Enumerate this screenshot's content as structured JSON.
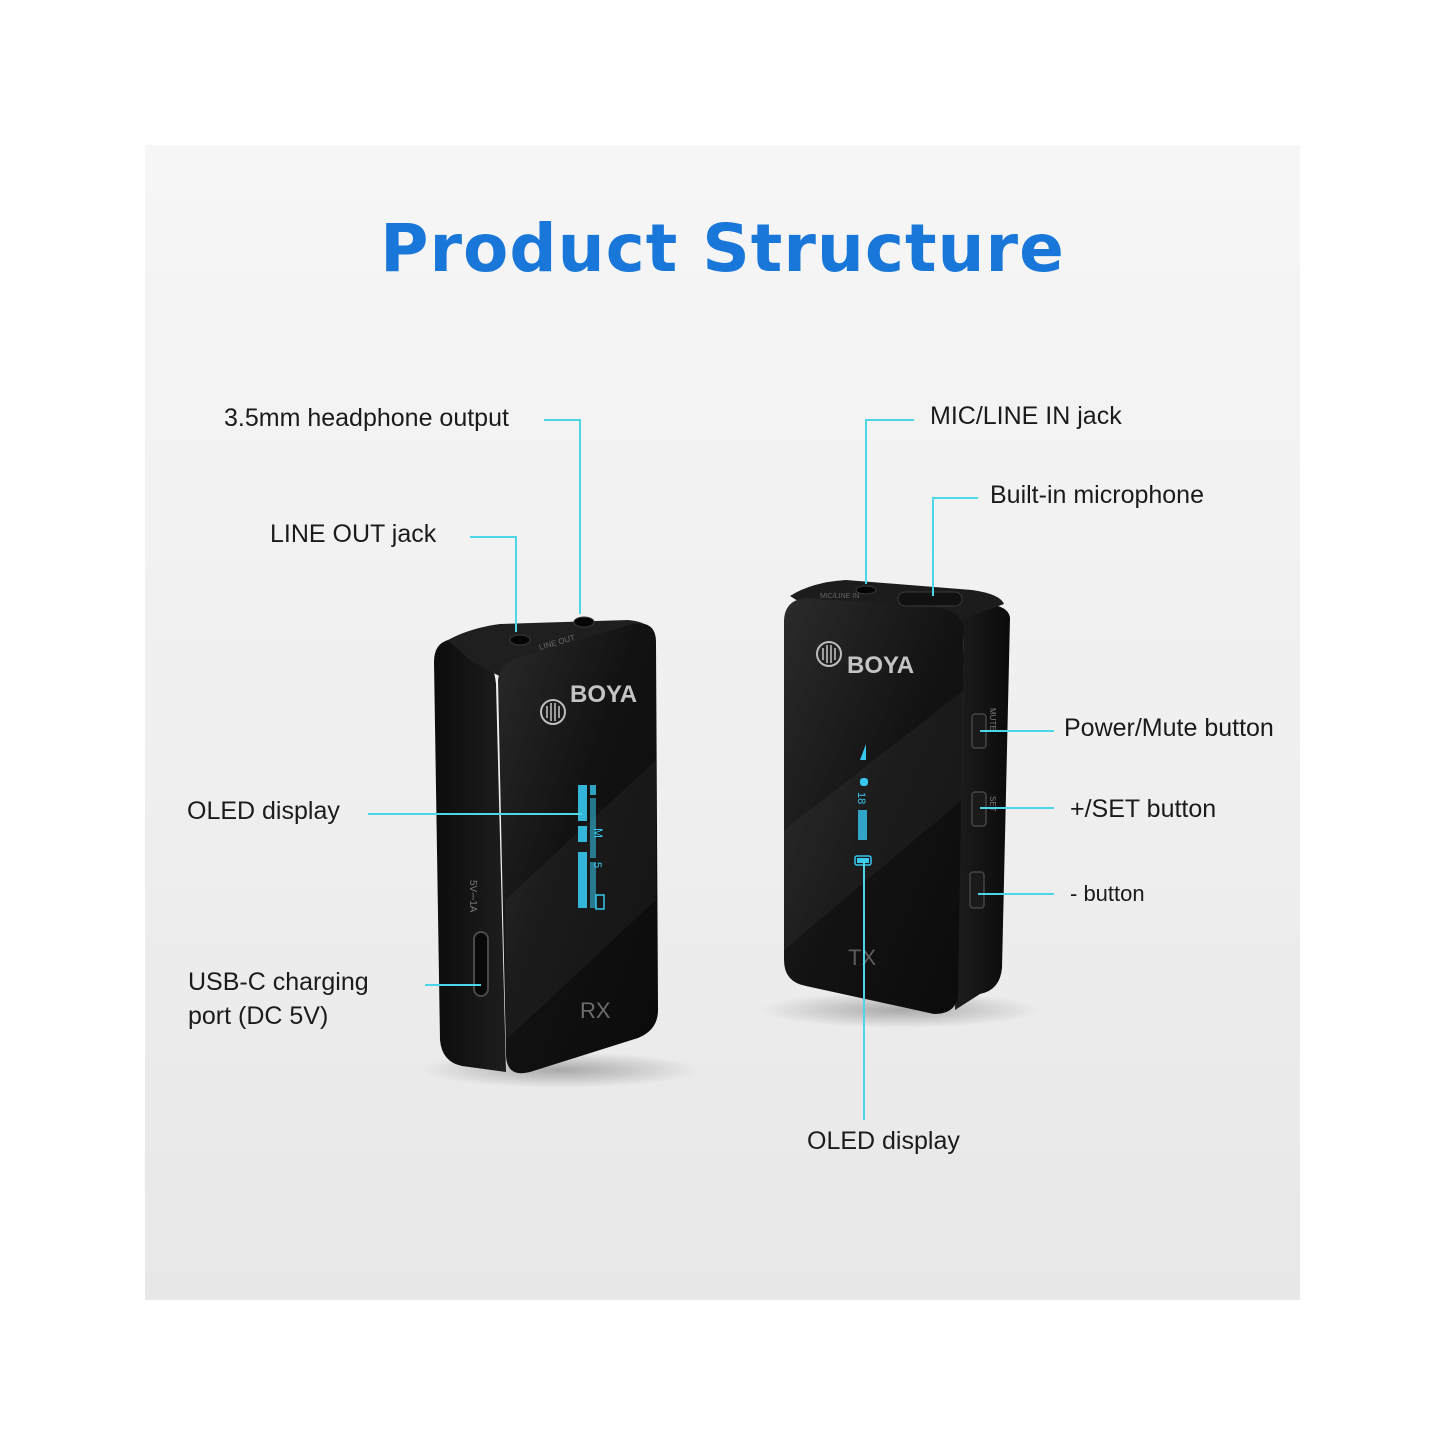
{
  "title": "Product Structure",
  "colors": {
    "title": "#1877d8",
    "leader_line": "#4fd6e6",
    "device_body": "#141414",
    "oled": "#37c8f0",
    "background": "#f1f1f1"
  },
  "devices": {
    "rx": {
      "brand": "BOYA",
      "name": "RX",
      "oled_text": "M",
      "oled_level": "5",
      "port_rating": "5V⎓1A",
      "jack_text": "LINE OUT"
    },
    "tx": {
      "brand": "BOYA",
      "name": "TX",
      "oled_value": "18",
      "button_mute": "MUTE",
      "button_set": "SET",
      "jack_text": "MIC/LINE IN"
    }
  },
  "callouts": {
    "headphone_output": "3.5mm headphone output",
    "line_out_jack": "LINE OUT jack",
    "rx_oled_display": "OLED display",
    "usb_c_line1": "USB-C charging",
    "usb_c_line2": "port (DC 5V)",
    "mic_line_in_jack": "MIC/LINE IN jack",
    "builtin_microphone": "Built-in microphone",
    "power_mute_button": "Power/Mute button",
    "set_button": "+/SET button",
    "minus_button": "- button",
    "tx_oled_display": "OLED display"
  },
  "icons": [
    "boya-logo-icon"
  ]
}
